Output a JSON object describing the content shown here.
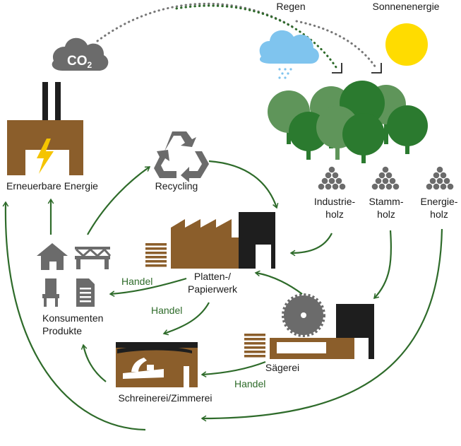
{
  "labels": {
    "rain": "Regen",
    "solar": "Sonnenenergie",
    "co2_main": "CO",
    "co2_sub": "2",
    "renewable_energy": "Erneuerbare Energie",
    "recycling": "Recycling",
    "industrial_wood_1": "Industrie-",
    "industrial_wood_2": "holz",
    "log_wood_1": "Stamm-",
    "log_wood_2": "holz",
    "energy_wood_1": "Energie-",
    "energy_wood_2": "holz",
    "panel_mill_1": "Platten-/",
    "panel_mill_2": "Papierwerk",
    "consumer_1": "Konsumenten",
    "consumer_2": "Produkte",
    "sawmill": "Sägerei",
    "joinery": "Schreinerei/Zimmerei"
  },
  "trade_labels": [
    "Handel",
    "Handel",
    "Handel"
  ],
  "colors": {
    "flow_arrow": "#2e6b2a",
    "brown": "#8b5e2b",
    "dark": "#1e1e1e",
    "grey_icon": "#6b6b6b",
    "cloud_co2": "#6b6b6b",
    "rain_cloud": "#7fc4ee",
    "sun": "#ffdc00",
    "bolt": "#f5c400",
    "tree_light": "#5f955a",
    "tree_dark": "#2b7a2f",
    "dotted_grey": "#777777",
    "dotted_green": "#2e6b2a"
  },
  "icons": [
    "co2-cloud-icon",
    "rain-cloud-icon",
    "sun-icon",
    "power-plant-icon",
    "recycle-icon",
    "forest-icon",
    "wood-pile-icon",
    "factory-icon",
    "house-icon",
    "bridge-icon",
    "chair-icon",
    "document-icon",
    "sawmill-icon",
    "saw-blade-icon",
    "workshop-icon",
    "plane-icon"
  ]
}
